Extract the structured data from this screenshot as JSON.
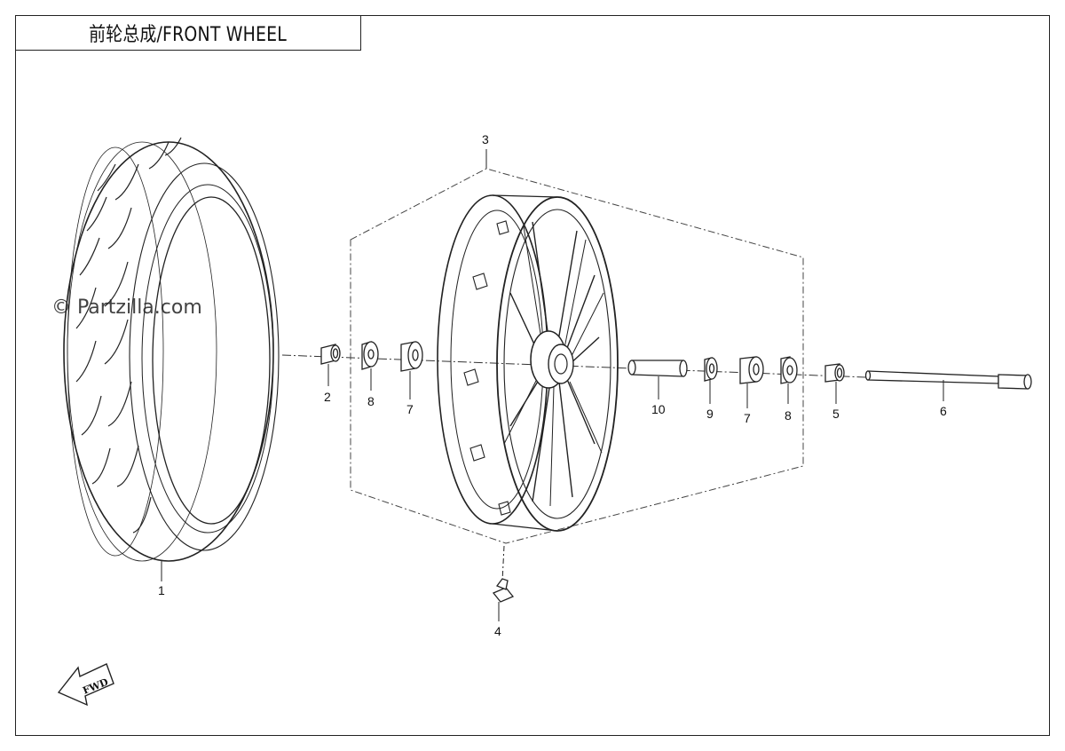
{
  "header": {
    "title": "前轮总成/FRONT WHEEL"
  },
  "watermark": "© Partzilla.com",
  "arrow_label": "FWD",
  "callouts": {
    "c1": "1",
    "c2": "2",
    "c3": "3",
    "c4": "4",
    "c5": "5",
    "c6": "6",
    "c7a": "7",
    "c7b": "7",
    "c8a": "8",
    "c8b": "8",
    "c9": "9",
    "c10": "10"
  }
}
